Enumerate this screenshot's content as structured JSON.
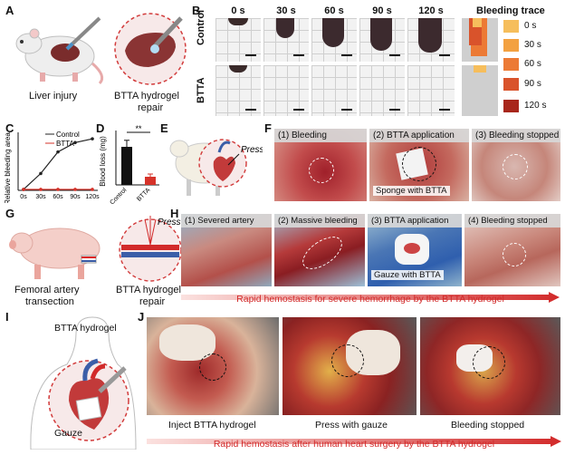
{
  "labels": {
    "A": "A",
    "B": "B",
    "C": "C",
    "D": "D",
    "E": "E",
    "F": "F",
    "G": "G",
    "H": "H",
    "I": "I",
    "J": "J"
  },
  "panelA": {
    "caption_left": "Liver injury",
    "caption_right": "BTTA hydrogel",
    "caption_right2": "repair"
  },
  "panelB": {
    "times": [
      "0 s",
      "30 s",
      "60 s",
      "90 s",
      "120 s"
    ],
    "rows": [
      "Control",
      "BTTA"
    ],
    "trace_title": "Bleeding trace",
    "legend": [
      {
        "label": "0 s",
        "color": "#f6be5c"
      },
      {
        "label": "30 s",
        "color": "#f3a141"
      },
      {
        "label": "60 s",
        "color": "#ec7a35"
      },
      {
        "label": "90 s",
        "color": "#d9532b"
      },
      {
        "label": "120 s",
        "color": "#a8261b"
      }
    ]
  },
  "panelC": {
    "ylabel": "Relative bleeding area",
    "legend": [
      "Control",
      "BTTA"
    ]
  },
  "panelD": {
    "ylabel": "Blood loss (mg)",
    "sig": "**"
  },
  "panelE": {
    "press": "Press"
  },
  "panelF": {
    "steps": [
      "(1) Bleeding",
      "(2) BTTA application",
      "(3) Bleeding stopped"
    ],
    "note": "Sponge with BTTA"
  },
  "panelG": {
    "caption_left": "Femoral artery",
    "caption_left2": "transection",
    "caption_right": "BTTA hydrogel",
    "caption_right2": "repair",
    "press": "Press"
  },
  "panelH": {
    "steps": [
      "(1) Severed artery",
      "(2) Massive bleeding",
      "(3) BTTA application",
      "(4) Bleeding stopped"
    ],
    "note": "Gauze with BTTA",
    "arrow_text": "Rapid hemostasis for severe hemorrhage by the BTTA hydrogel"
  },
  "panelI": {
    "hydrogel": "BTTA hydrogel",
    "gauze": "Gauze"
  },
  "panelJ": {
    "captions": [
      "Inject BTTA hydrogel",
      "Press with gauze",
      "Bleeding stopped"
    ],
    "arrow_text": "Rapid hemostasis after human heart surgery by the BTTA hydrogel"
  },
  "chart_data": [
    {
      "type": "line",
      "x": [
        "0s",
        "30s",
        "60s",
        "90s",
        "120s"
      ],
      "series": [
        {
          "name": "Control",
          "values": [
            0.05,
            0.9,
            2.05,
            2.55,
            2.75
          ],
          "color": "#222222"
        },
        {
          "name": "BTTA",
          "values": [
            0.05,
            0.05,
            0.05,
            0.05,
            0.05
          ],
          "color": "#d6332a"
        }
      ],
      "ylabel": "Relative bleeding area",
      "ylim": [
        0,
        3
      ]
    },
    {
      "type": "bar",
      "categories": [
        "Control",
        "BTTA"
      ],
      "values": [
        350,
        75
      ],
      "errors": [
        60,
        25
      ],
      "colors": [
        "#111111",
        "#d6332a"
      ],
      "ylabel": "Blood loss (mg)",
      "ylim": [
        0,
        500
      ],
      "annotation": "**"
    }
  ]
}
